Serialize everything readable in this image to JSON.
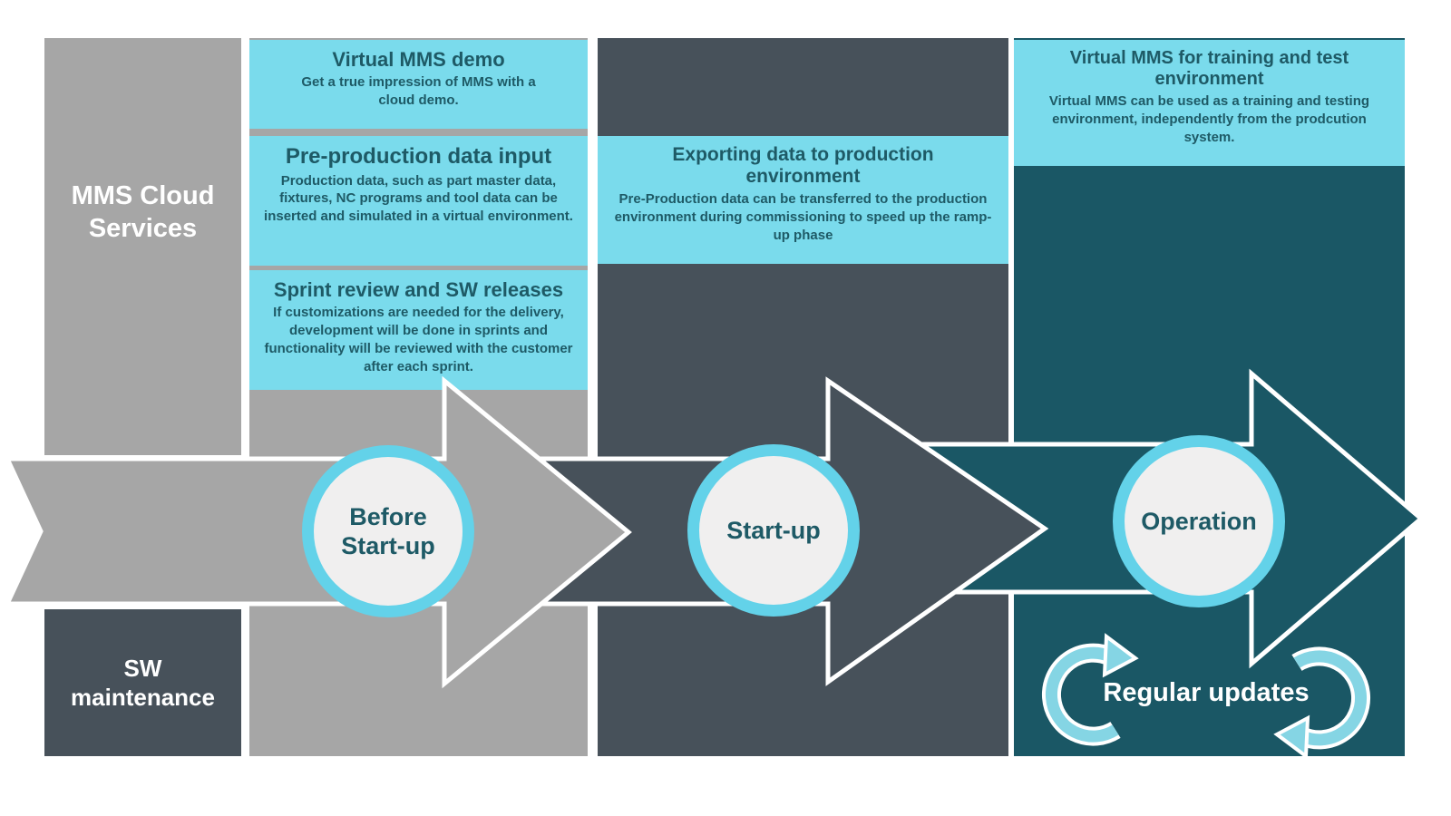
{
  "sidebar": {
    "cloud_services_label": "MMS Cloud Services",
    "sw_maintenance_label": "SW maintenance"
  },
  "info_boxes": [
    {
      "title": "Virtual MMS demo",
      "body": "Get a true impression of MMS with a cloud demo."
    },
    {
      "title": "Pre-production data input",
      "body": "Production data, such as part master data, fixtures, NC programs and tool data can be inserted and simulated in a virtual environment."
    },
    {
      "title": "Sprint review and SW releases",
      "body": "If customizations are needed for the delivery, development will be done in sprints and functionality will be reviewed with the customer after each sprint."
    },
    {
      "title": "Exporting data to production environment",
      "body": "Pre-Production data can be transferred to the production environment during commissioning to speed up the ramp-up phase"
    },
    {
      "title": "Virtual MMS for training and test environment",
      "body": "Virtual MMS can be used as a training and testing environment, independently from the prodcution system."
    }
  ],
  "phases": [
    {
      "label": "Before Start-up"
    },
    {
      "label": "Start-up"
    },
    {
      "label": "Operation"
    }
  ],
  "regular_updates": {
    "label": "Regular updates"
  },
  "colors": {
    "light_gray": "#a6a6a6",
    "dark_slate": "#47515a",
    "dark_teal": "#1a5765",
    "cyan_box": "#7adbec",
    "circle_ring": "#63d2e9",
    "circle_fill": "#f0efef",
    "box_text": "#1e5a66",
    "updates_arrow": "#85d5e4",
    "white": "#ffffff"
  }
}
